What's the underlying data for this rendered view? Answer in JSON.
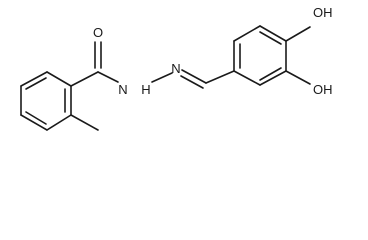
{
  "molecule": {
    "atoms": {
      "carbonyl_oxygen": "O",
      "amide_nitrogen": "N",
      "amide_hydrogen": "H",
      "imine_nitrogen": "N",
      "hydroxyl_upper": "OH",
      "hydroxyl_lower": "OH"
    }
  },
  "colors": {
    "ink": "#1a1a1a",
    "background": "#ffffff"
  }
}
